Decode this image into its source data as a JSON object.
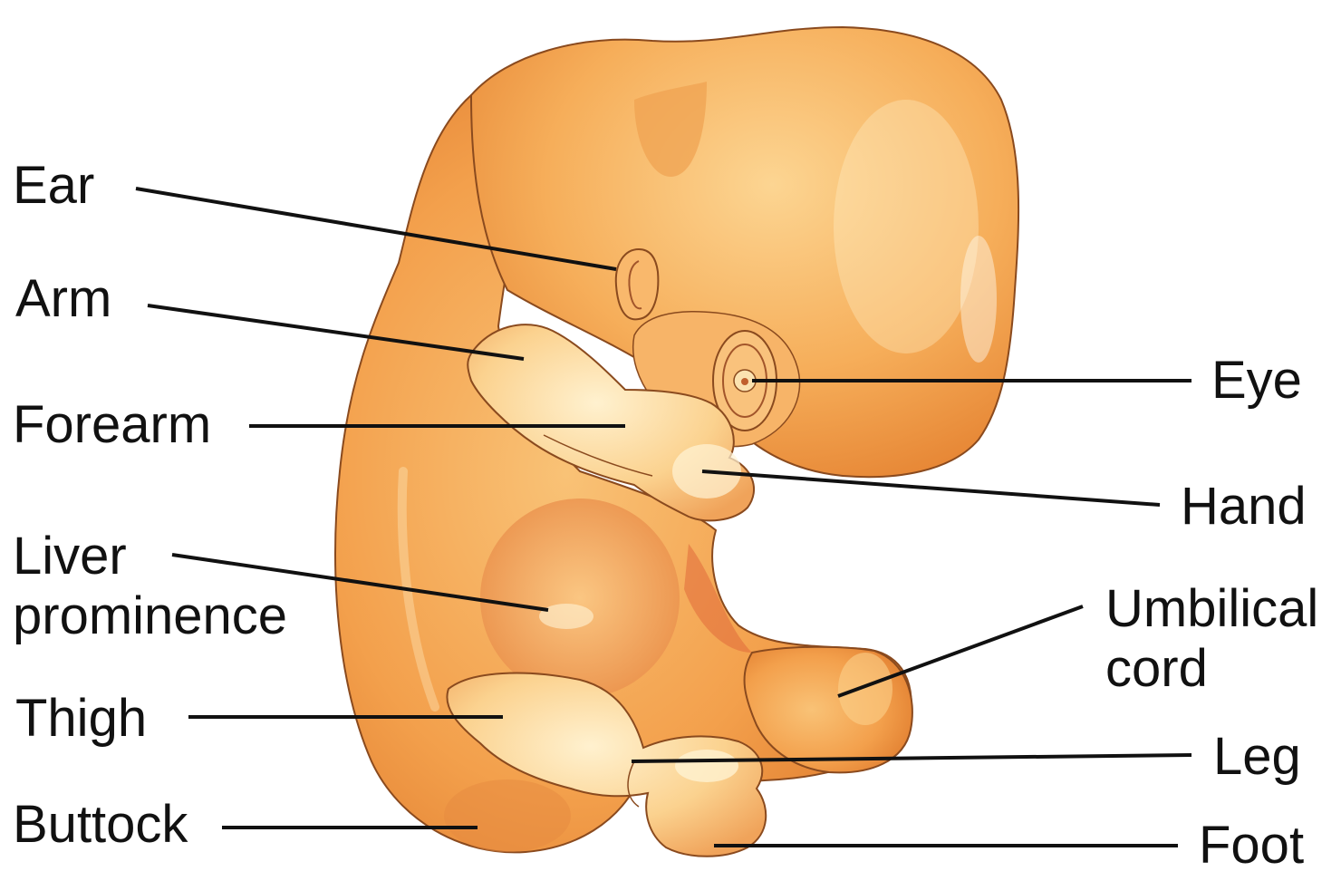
{
  "figure": {
    "colors": {
      "skin_base": "#f29a45",
      "skin_light": "#fbd08a",
      "skin_highlight": "#fff3d6",
      "skin_shadow": "#d9702a",
      "outline": "#8a4a1e",
      "leader_line": "#111111",
      "label_text": "#111111",
      "background": "#ffffff"
    },
    "labels_left": {
      "ear": "Ear",
      "arm": "Arm",
      "forearm": "Forearm",
      "liver_line1": "Liver",
      "liver_line2": "prominence",
      "thigh": "Thigh",
      "buttock": "Buttock"
    },
    "labels_right": {
      "eye": "Eye",
      "hand": "Hand",
      "umbilical_line1": "Umbilical",
      "umbilical_line2": "cord",
      "leg": "Leg",
      "foot": "Foot"
    }
  }
}
